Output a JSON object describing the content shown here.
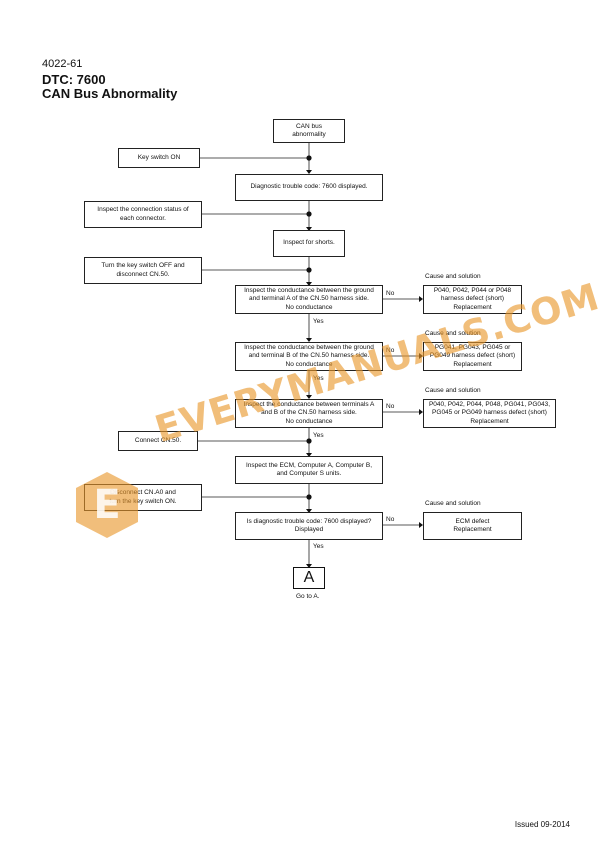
{
  "header": {
    "page_number": "4022-61",
    "dtc": "DTC: 7600",
    "title": "CAN Bus Abnormality"
  },
  "flow": {
    "start": "CAN bus\nabnormality",
    "key_switch_on": "Key switch ON",
    "diag_displayed": "Diagnostic trouble code: 7600 displayed.",
    "inspect_connection": "Inspect the connection status of\neach connector.",
    "inspect_shorts": "Inspect for shorts.",
    "turn_off": "Turn the key switch OFF and\ndisconnect CN.50.",
    "check1": "Inspect the conductance between the ground\nand terminal A of the CN.50 harness side.\nNo conductance",
    "check2": "Inspect the conductance between the ground\nand terminal B of the CN.50 harness side.\nNo conductance",
    "check3": "Inspect the conductance between terminals A\nand B of the CN.50 harness side.\nNo conductance",
    "connect_cn50": "Connect CN.50.",
    "inspect_ecm": "Inspect the ECM, Computer A, Computer B,\nand Computer S units.",
    "disconnect_cn": "Disconnect CN.A0 and\nturn the key switch ON.",
    "check4": "Is diagnostic trouble code: 7600 displayed?\nDisplayed",
    "sol1": "P040, P042, P044 or P048\nharness defect (short)\nReplacement",
    "sol2": "PG041, PG043, PG045 or\nPG049 harness defect (short)\nReplacement",
    "sol3": "P040, P042, P044, P048, PG041, PG043,\nPG045 or PG049 harness defect (short)\nReplacement",
    "sol4": "ECM defect\nReplacement",
    "cause_label": "Cause and solution",
    "no_label": "No",
    "yes_label": "Yes",
    "goto_letter": "A",
    "goto_label": "Go to A."
  },
  "footer": {
    "issued": "Issued 09-2014"
  },
  "watermark": {
    "text": "EVERYMANUALS.COM",
    "logo_letter": "E",
    "color": "#e8962a"
  }
}
